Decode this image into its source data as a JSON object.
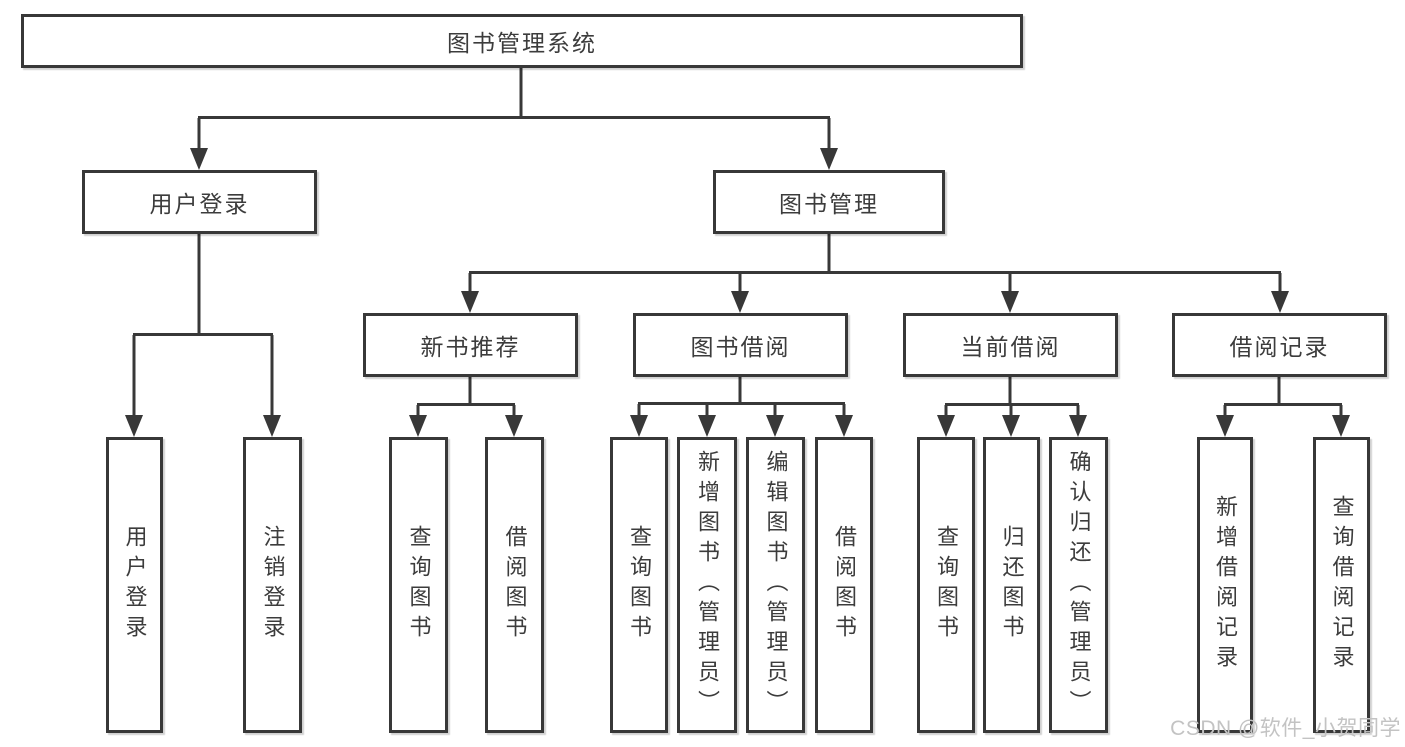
{
  "colors": {
    "line": "#383838",
    "box_border": "#383838",
    "text": "#3c3c3c",
    "background": "#ffffff",
    "watermark": "#c3c3c3"
  },
  "watermark": {
    "text": "CSDN @软件_小贺同学"
  },
  "tree": {
    "root": {
      "label": "图书管理系统"
    },
    "children": [
      {
        "label": "用户登录",
        "children": [
          {
            "label": "用户登录"
          },
          {
            "label": "注销登录"
          }
        ]
      },
      {
        "label": "图书管理",
        "children": [
          {
            "label": "新书推荐",
            "children": [
              {
                "label": "查询图书"
              },
              {
                "label": "借阅图书"
              }
            ]
          },
          {
            "label": "图书借阅",
            "children": [
              {
                "label": "查询图书"
              },
              {
                "label": "新增图书（管理员）"
              },
              {
                "label": "编辑图书（管理员）"
              },
              {
                "label": "借阅图书"
              }
            ]
          },
          {
            "label": "当前借阅",
            "children": [
              {
                "label": "查询图书"
              },
              {
                "label": "归还图书"
              },
              {
                "label": "确认归还（管理员）"
              }
            ]
          },
          {
            "label": "借阅记录",
            "children": [
              {
                "label": "新增借阅记录"
              },
              {
                "label": "查询借阅记录"
              }
            ]
          }
        ]
      }
    ]
  }
}
